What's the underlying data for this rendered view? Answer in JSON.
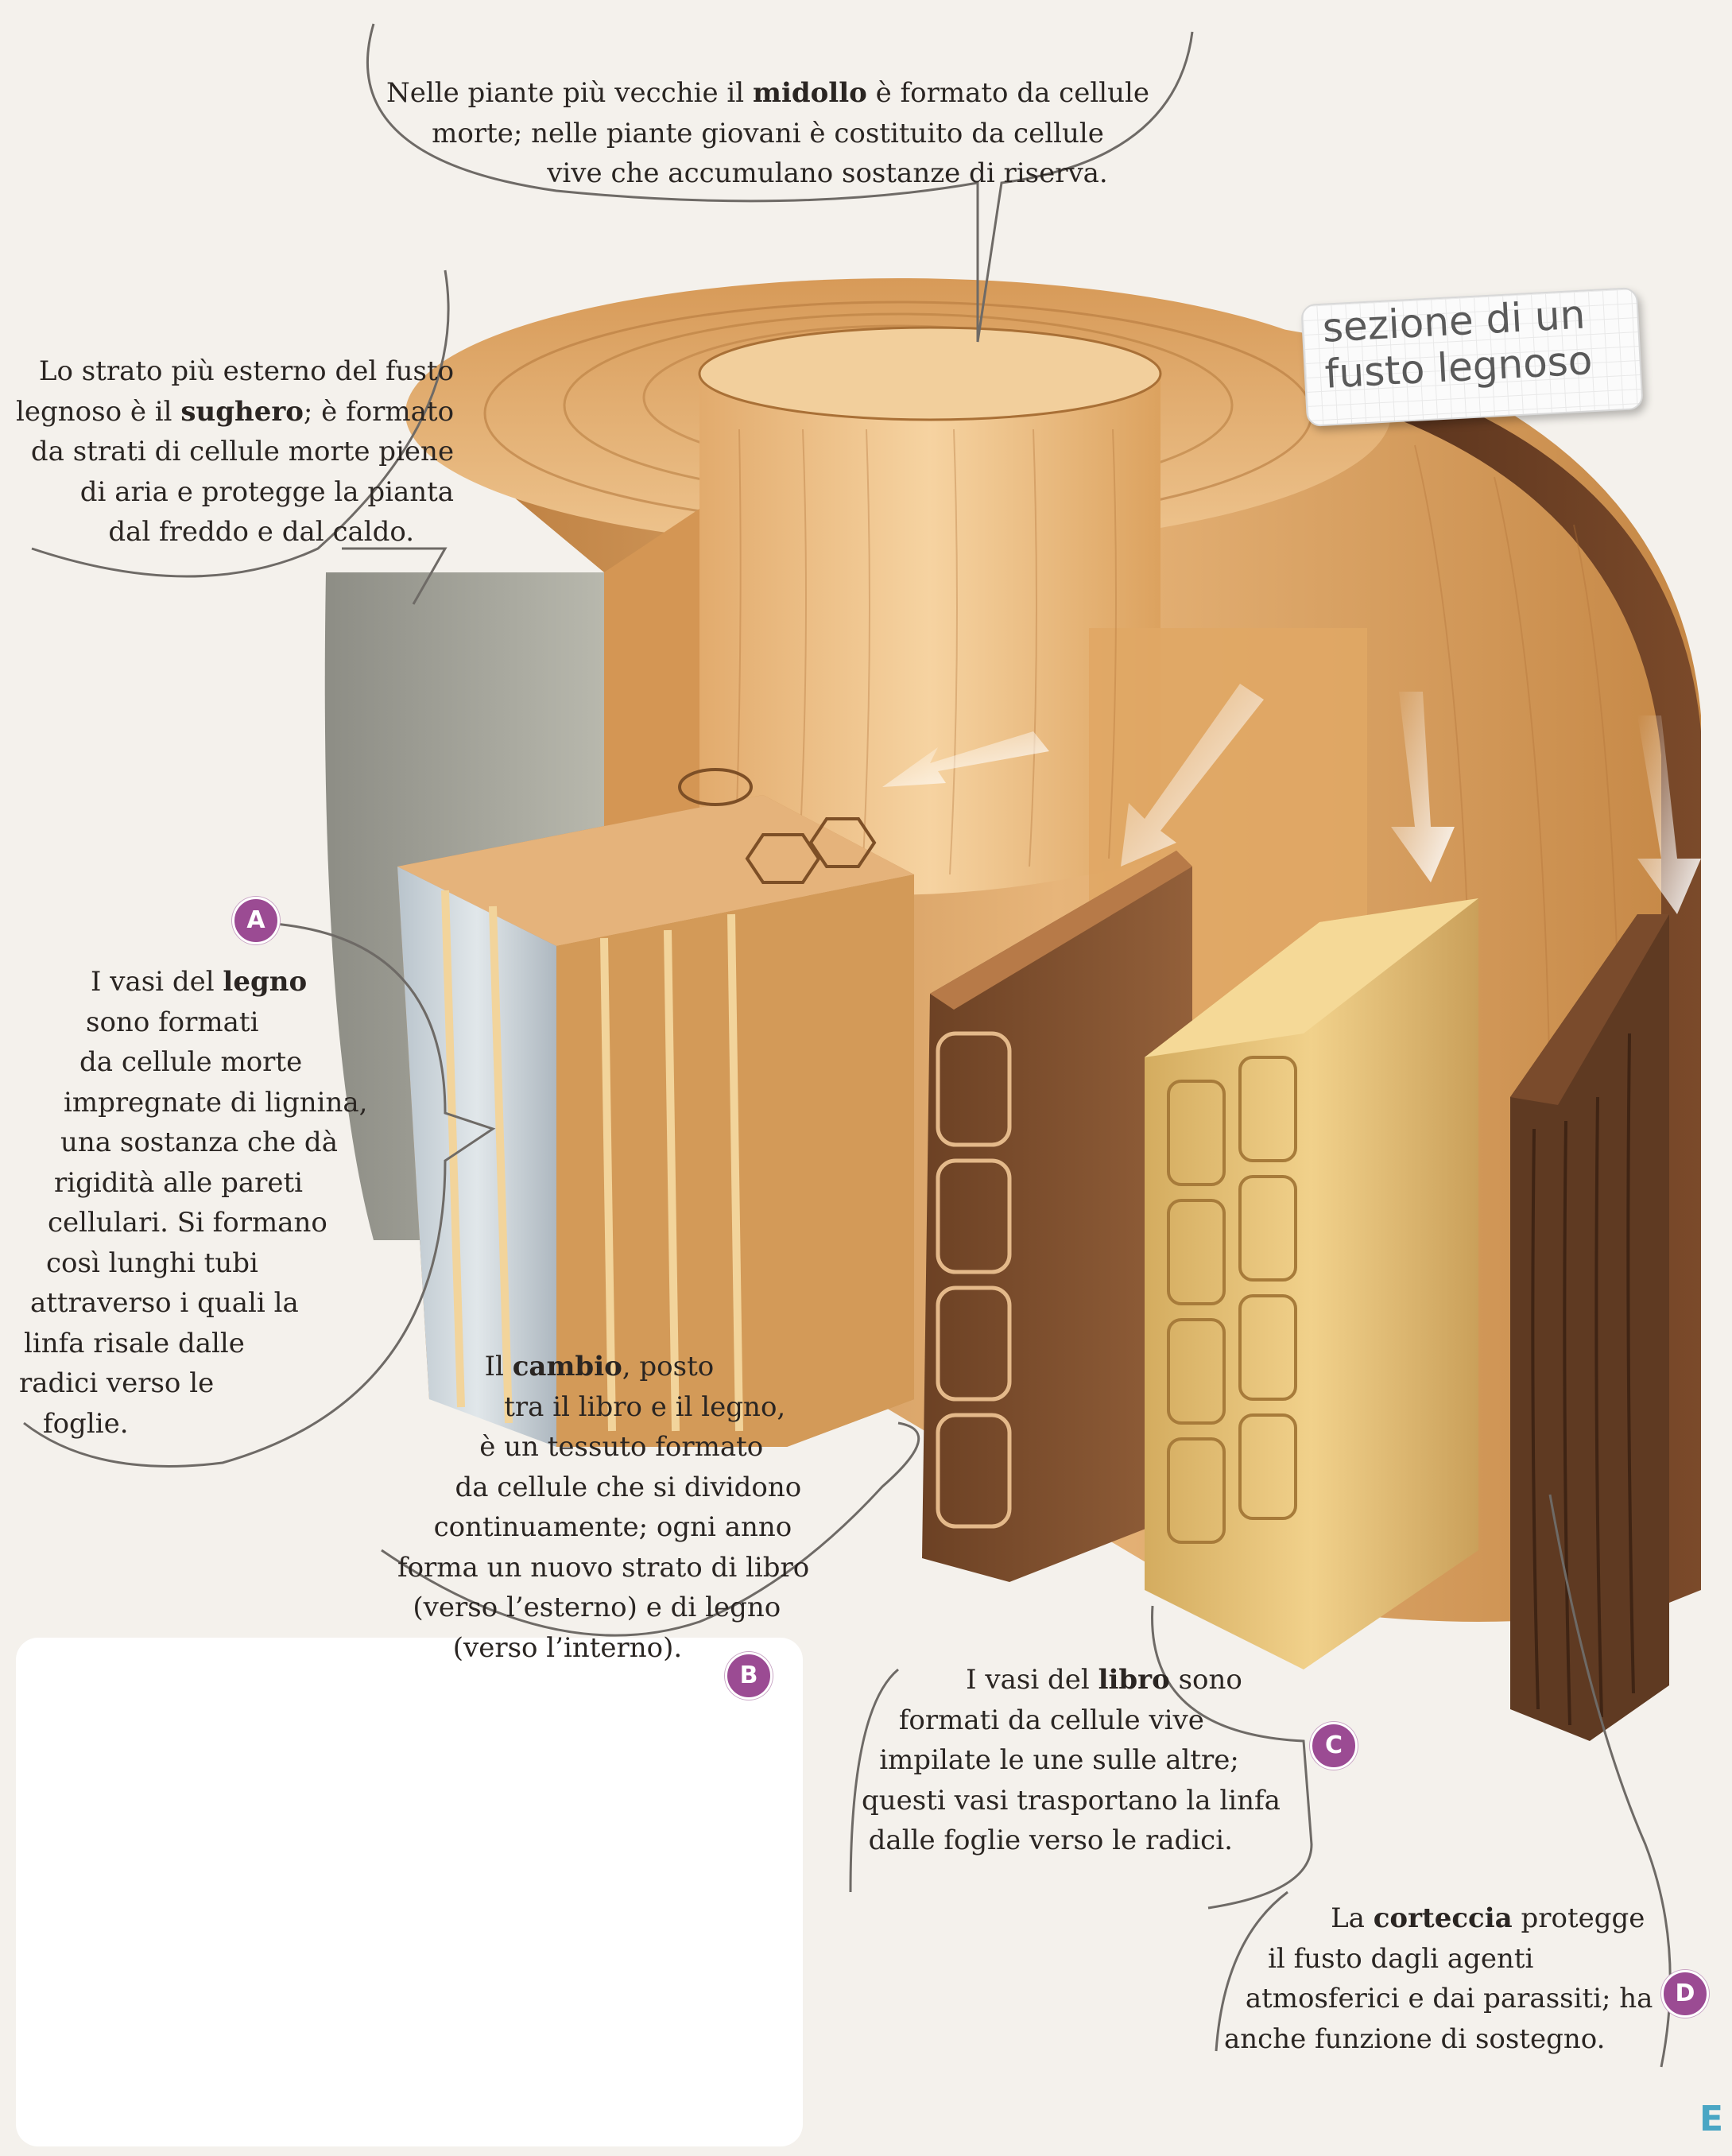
{
  "title_tag": {
    "line1": "sezione di un",
    "line2": "fusto legnoso"
  },
  "callouts": {
    "midollo": {
      "lines": [
        [
          "Nelle piante più vecchie il ",
          "midollo",
          " è formato da cellule"
        ],
        [
          "morte; nelle piante giovani è costituito da cellule"
        ],
        [
          "vive che accumulano sostanze di riserva."
        ]
      ]
    },
    "sughero": {
      "lines": [
        [
          "Lo strato più esterno del fusto"
        ],
        [
          "legnoso è il ",
          "sughero",
          "; è formato"
        ],
        [
          "da strati di cellule morte piene"
        ],
        [
          "di aria e protegge la pianta"
        ],
        [
          "dal freddo e dal caldo."
        ]
      ]
    },
    "legno": {
      "badge": "A",
      "lines": [
        [
          "I vasi del ",
          "legno"
        ],
        [
          "sono formati"
        ],
        [
          "da cellule morte"
        ],
        [
          "impregnate di lignina,"
        ],
        [
          "una sostanza che dà"
        ],
        [
          "rigidità alle pareti"
        ],
        [
          "cellulari. Si formano"
        ],
        [
          "così lunghi tubi"
        ],
        [
          "attraverso i quali la"
        ],
        [
          "linfa risale dalle"
        ],
        [
          "radici verso le"
        ],
        [
          "foglie."
        ]
      ]
    },
    "cambio": {
      "badge": "B",
      "lines": [
        [
          "Il ",
          "cambio",
          ", posto"
        ],
        [
          "tra il libro e il legno,"
        ],
        [
          "è un tessuto formato"
        ],
        [
          "da cellule che si dividono"
        ],
        [
          "continuamente; ogni anno"
        ],
        [
          "forma un nuovo strato di libro"
        ],
        [
          "(verso l’esterno) e di legno"
        ],
        [
          "(verso l’interno)."
        ]
      ]
    },
    "libro": {
      "badge": "C",
      "lines": [
        [
          "I vasi del ",
          "libro",
          " sono"
        ],
        [
          "formati da cellule vive"
        ],
        [
          "impilate le une sulle altre;"
        ],
        [
          "questi vasi trasportano la linfa"
        ],
        [
          "dalle foglie verso le radici."
        ]
      ]
    },
    "corteccia": {
      "badge": "D",
      "lines": [
        [
          "La ",
          "corteccia",
          " protegge"
        ],
        [
          "il fusto dagli agenti"
        ],
        [
          "atmosferici e dai parassiti; ha"
        ],
        [
          "anche funzione di sostegno."
        ]
      ]
    }
  },
  "edge_letter": "E"
}
